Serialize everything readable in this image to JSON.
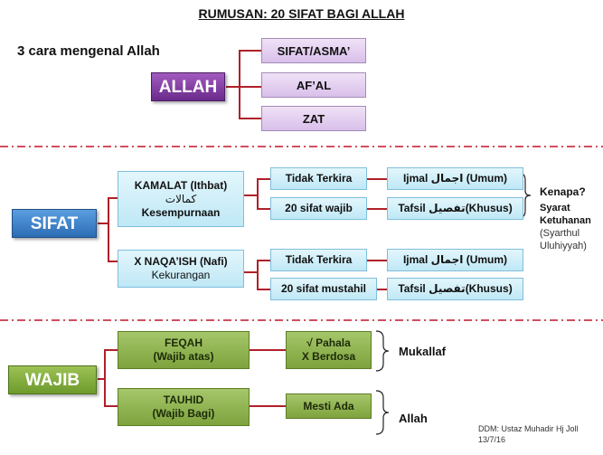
{
  "title": "RUMUSAN: 20 SIFAT BAGI ALLAH",
  "section1": {
    "heading": "3 cara mengenal Allah",
    "root": "ALLAH",
    "items": [
      "SIFAT/ASMA’",
      "AF’AL",
      "ZAT"
    ]
  },
  "section2": {
    "root": "SIFAT",
    "kamalat": {
      "line1": "KAMALAT (Ithbat)",
      "line2": "كمالات",
      "line3": "Kesempurnaan"
    },
    "naqaish": {
      "line1": "X NAQA’ISH (Nafi)",
      "line2": "Kekurangan"
    },
    "mid": [
      "Tidak Terkira",
      "20 sifat wajib",
      "Tidak Terkira",
      "20 sifat mustahil"
    ],
    "right": [
      "Ijmal اجمال (Umum)",
      "Tafsil تفصيل(Khusus)",
      "Ijmal اجمال (Umum)",
      "Tafsil تفصيل(Khusus)"
    ],
    "note": {
      "q": "Kenapa?",
      "a1": "Syarat",
      "a2": "Ketuhanan",
      "b1": "(Syarthul",
      "b2": "Uluhiyyah)"
    }
  },
  "section3": {
    "root": "WAJIB",
    "feqah": {
      "line1": "FEQAH",
      "line2": "(Wajib atas)"
    },
    "tauhid": {
      "line1": "TAUHID",
      "line2": "(Wajib Bagi)"
    },
    "pahala": {
      "line1": "√ Pahala",
      "line2": "X Berdosa"
    },
    "mesti": "Mesti Ada",
    "label_mukallaf": "Mukallaf",
    "label_allah": "Allah"
  },
  "credit": {
    "line1": "DDM: Ustaz Muhadir Hj Joll",
    "line2": "13/7/16"
  },
  "colors": {
    "connector": "#b0202a",
    "divider": "#c0152a"
  }
}
